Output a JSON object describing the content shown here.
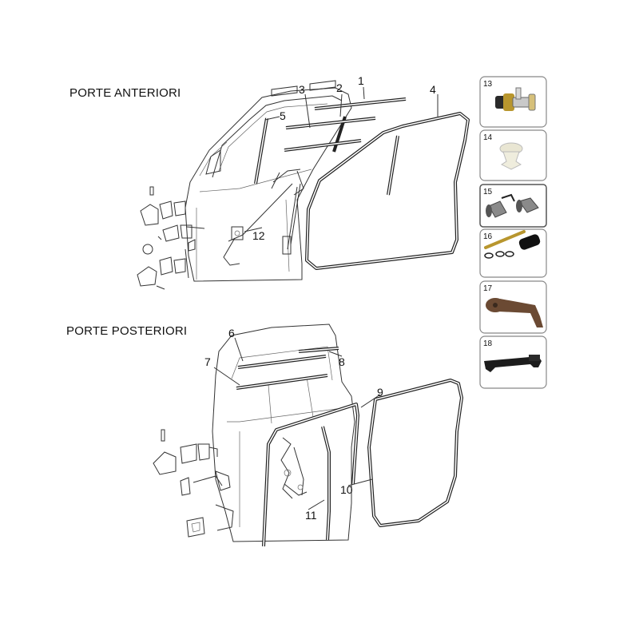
{
  "sections": {
    "front": "PORTE ANTERIORI",
    "rear": "PORTE POSTERIORI"
  },
  "callouts": {
    "c1": "1",
    "c2": "2",
    "c3": "3",
    "c4": "4",
    "c5": "5",
    "c6": "6",
    "c7": "7",
    "c8": "8",
    "c9": "9",
    "c10": "10",
    "c11": "11",
    "c12": "12"
  },
  "thumbnails": [
    {
      "number": "13",
      "icon": "lock-cylinder-icon"
    },
    {
      "number": "14",
      "icon": "plastic-clip-icon"
    },
    {
      "number": "15",
      "icon": "door-lock-barrels-icon"
    },
    {
      "number": "16",
      "icon": "hinge-pin-kit-icon"
    },
    {
      "number": "17",
      "icon": "window-crank-handle-icon"
    },
    {
      "number": "18",
      "icon": "exterior-door-handle-icon"
    }
  ],
  "colors": {
    "line": "#333333",
    "box_border": "#888888",
    "handle_brown": "#6b4a33",
    "handle_black": "#1c1c1c",
    "brass": "#b8962e"
  }
}
